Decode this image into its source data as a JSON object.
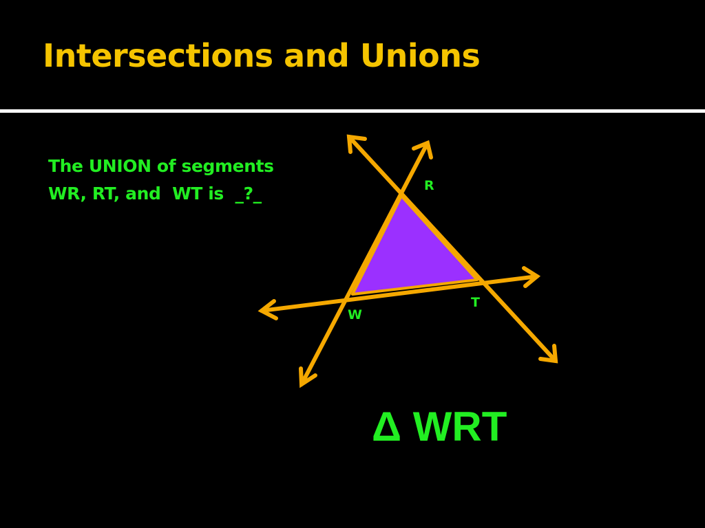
{
  "slide": {
    "title": "Intersections and Unions",
    "question": {
      "line1": "The UNION of segments",
      "line2": "WR, RT, and  WT is  _?_"
    },
    "answer": "Δ WRT"
  },
  "diagram": {
    "points": {
      "W": "W",
      "R": "R",
      "T": "T"
    }
  },
  "colors": {
    "background": "#000000",
    "title": "#f5c400",
    "text_green": "#22ee22",
    "line_orange": "#f5a800",
    "triangle_fill": "#9b30ff",
    "divider": "#ffffff"
  }
}
